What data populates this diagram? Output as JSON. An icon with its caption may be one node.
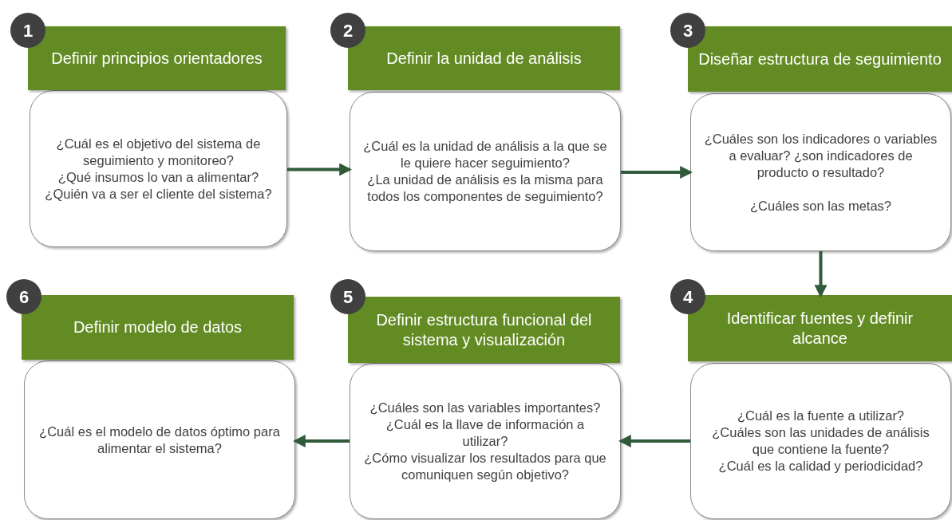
{
  "diagram": {
    "nodes": [
      {
        "text": [
          "1"
        ]
      },
      {
        "text": [
          "Definir principios orientadores"
        ]
      },
      {
        "text": [
          "¿Cuál es el objetivo del sistema de seguimiento y monitoreo?",
          "¿Qué insumos lo van a alimentar?",
          "¿Quién va a ser el cliente del sistema?"
        ]
      },
      {
        "text": [
          "2"
        ]
      },
      {
        "text": [
          "Definir la unidad de análisis"
        ]
      },
      {
        "text": [
          "¿Cuál es la unidad de análisis a la que se le quiere hacer seguimiento?",
          "¿La unidad de análisis es la misma para todos los componentes de seguimiento?"
        ]
      },
      {
        "text": [
          "3"
        ]
      },
      {
        "text": [
          "Diseñar estructura de seguimiento"
        ]
      },
      {
        "text": [
          "¿Cuáles son los indicadores o variables a evaluar? ¿son indicadores de producto o resultado?",
          "¿Cuáles son las metas?"
        ]
      },
      {
        "text": [
          "4"
        ]
      },
      {
        "text": [
          "Identificar fuentes y definir alcance"
        ]
      },
      {
        "text": [
          "¿Cuál es la fuente a utilizar?",
          "¿Cuáles son las unidades de análisis que contiene la fuente?",
          "¿Cuál es la calidad y periodicidad?"
        ]
      },
      {
        "text": [
          "5"
        ]
      },
      {
        "text": [
          "Definir estructura funcional del sistema y visualización"
        ]
      },
      {
        "text": [
          "¿Cuáles son las variables importantes?",
          "¿Cuál es la llave de información a utilizar?",
          "¿Cómo visualizar los resultados para que comuniquen según objetivo?"
        ]
      },
      {
        "text": [
          "6"
        ]
      },
      {
        "text": [
          "Definir modelo de datos"
        ]
      },
      {
        "text": [
          "¿Cuál es el modelo de datos óptimo para alimentar el sistema?"
        ]
      }
    ],
    "edges": [
      {
        "from": 2,
        "to": 5,
        "arrow": "to"
      },
      {
        "from": 5,
        "to": 8,
        "arrow": "to"
      },
      {
        "from": 8,
        "to": 10,
        "arrow": "to"
      },
      {
        "from": 11,
        "to": 14,
        "arrow": "to"
      },
      {
        "from": 14,
        "to": 17,
        "arrow": "to"
      }
    ]
  }
}
